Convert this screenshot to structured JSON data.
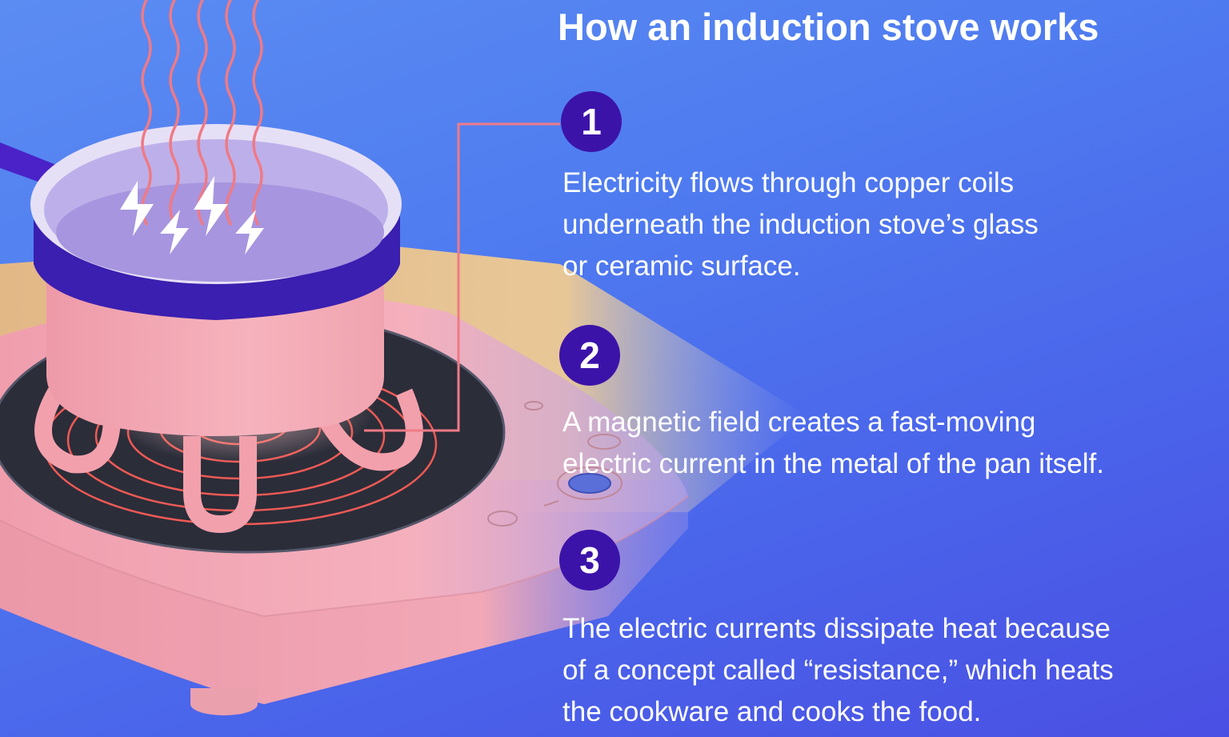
{
  "title": "How an induction stove works",
  "colors": {
    "background": "#5080ef",
    "badge": "#3c13a9",
    "heat_wave": "#ef7a85",
    "pan_rim": "#3a1fb0",
    "pan_body": "#f3a3ae",
    "stove_body": "#f2a9b6",
    "cooktop": "#2a2d3a",
    "countertop": "#e9c492"
  },
  "steps": [
    {
      "number": "1",
      "lines": [
        "Electricity flows through copper coils",
        "underneath the induction stove’s glass",
        "or ceramic surface."
      ]
    },
    {
      "number": "2",
      "lines": [
        "A magnetic field creates a fast-moving",
        "electric current in the metal of the pan itself."
      ]
    },
    {
      "number": "3",
      "lines": [
        "The electric currents dissipate heat because",
        "of a concept called “resistance,” which heats",
        "the cookware and cooks the food."
      ]
    }
  ],
  "illustration": {
    "heat_waves": 5,
    "lightning_bolts": 4,
    "u_magnets": 3,
    "coil_rings": 6
  }
}
